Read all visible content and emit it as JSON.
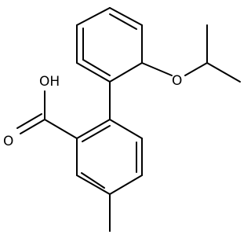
{
  "molecule": {
    "atoms": {
      "oh_label": "OH",
      "carbonyl_o_label": "O",
      "ether_o_label": "O"
    }
  }
}
